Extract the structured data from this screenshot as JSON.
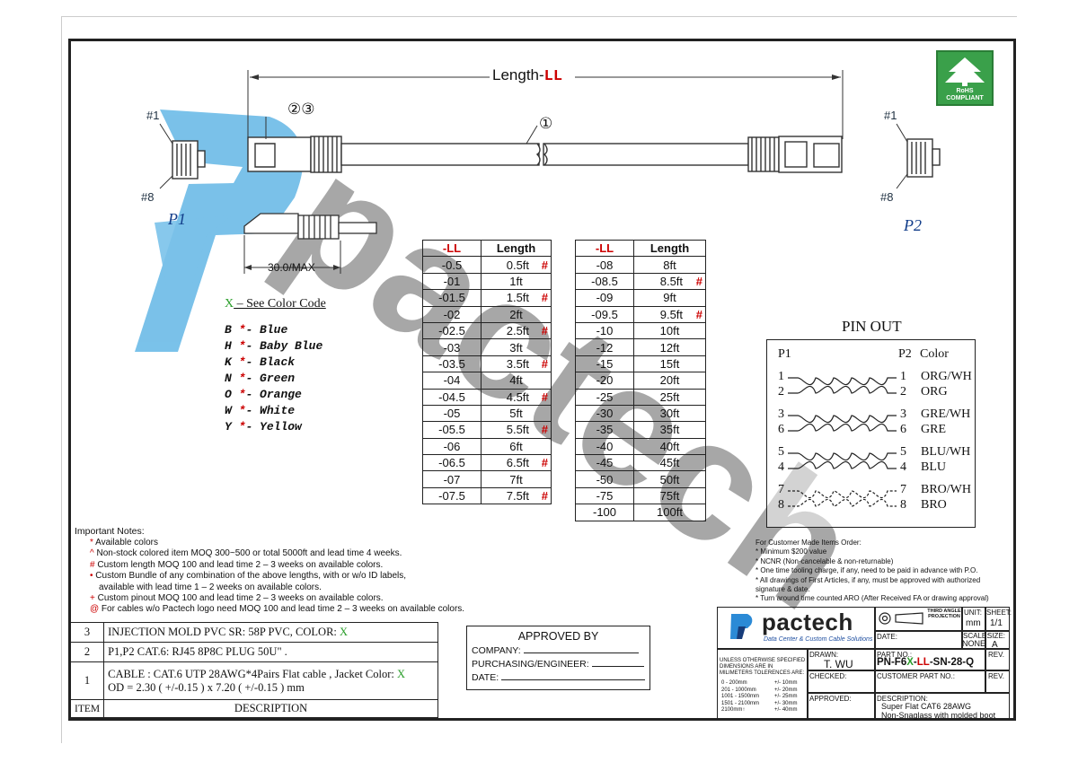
{
  "drawing": {
    "length_label": "Length-",
    "length_suffix": "LL",
    "callout_23": "②③",
    "callout_1": "①",
    "p1": {
      "pin1": "#1",
      "pin8": "#8",
      "label": "P1"
    },
    "p2": {
      "pin1": "#1",
      "pin8": "#8",
      "label": "P2"
    },
    "boot_dim": "30.0/MAX",
    "rohs": {
      "line1": "RoHS",
      "line2": "COMPLIANT"
    }
  },
  "color_code": {
    "x_mark": "X",
    "header": " – See Color Code",
    "items": [
      {
        "code": "B",
        "name": "- Blue"
      },
      {
        "code": "H",
        "name": "- Baby Blue"
      },
      {
        "code": "K",
        "name": "- Black"
      },
      {
        "code": "N",
        "name": "- Green"
      },
      {
        "code": "O",
        "name": "- Orange"
      },
      {
        "code": "W",
        "name": "- White"
      },
      {
        "code": "Y",
        "name": "- Yellow"
      }
    ],
    "star": "*"
  },
  "length_table_1": {
    "headers": [
      "-LL",
      "Length"
    ],
    "rows": [
      [
        "-0.5",
        "0.5ft",
        "#"
      ],
      [
        "-01",
        "1ft",
        ""
      ],
      [
        "-01.5",
        "1.5ft",
        "#"
      ],
      [
        "-02",
        "2ft",
        ""
      ],
      [
        "-02.5",
        "2.5ft",
        "#"
      ],
      [
        "-03",
        "3ft",
        ""
      ],
      [
        "-03.5",
        "3.5ft",
        "#"
      ],
      [
        "-04",
        "4ft",
        ""
      ],
      [
        "-04.5",
        "4.5ft",
        "#"
      ],
      [
        "-05",
        "5ft",
        ""
      ],
      [
        "-05.5",
        "5.5ft",
        "#"
      ],
      [
        "-06",
        "6ft",
        ""
      ],
      [
        "-06.5",
        "6.5ft",
        "#"
      ],
      [
        "-07",
        "7ft",
        ""
      ],
      [
        "-07.5",
        "7.5ft",
        "#"
      ]
    ]
  },
  "length_table_2": {
    "headers": [
      "-LL",
      "Length"
    ],
    "rows": [
      [
        "-08",
        "8ft",
        ""
      ],
      [
        "-08.5",
        "8.5ft",
        "#"
      ],
      [
        "-09",
        "9ft",
        ""
      ],
      [
        "-09.5",
        "9.5ft",
        "#"
      ],
      [
        "-10",
        "10ft",
        ""
      ],
      [
        "-12",
        "12ft",
        ""
      ],
      [
        "-15",
        "15ft",
        ""
      ],
      [
        "-20",
        "20ft",
        ""
      ],
      [
        "-25",
        "25ft",
        ""
      ],
      [
        "-30",
        "30ft",
        ""
      ],
      [
        "-35",
        "35ft",
        ""
      ],
      [
        "-40",
        "40ft",
        ""
      ],
      [
        "-45",
        "45ft",
        ""
      ],
      [
        "-50",
        "50ft",
        ""
      ],
      [
        "-75",
        "75ft",
        ""
      ],
      [
        "-100",
        "100ft",
        ""
      ]
    ]
  },
  "pinout": {
    "title": "PIN OUT",
    "col_p1": "P1",
    "col_p2": "P2",
    "col_color": "Color",
    "pairs": [
      {
        "a": "1",
        "b": "2",
        "a2": "1",
        "b2": "2",
        "ca": "ORG/WH",
        "cb": "ORG"
      },
      {
        "a": "3",
        "b": "6",
        "a2": "3",
        "b2": "6",
        "ca": "GRE/WH",
        "cb": "GRE"
      },
      {
        "a": "5",
        "b": "4",
        "a2": "5",
        "b2": "4",
        "ca": "BLU/WH",
        "cb": "BLU"
      },
      {
        "a": "7",
        "b": "8",
        "a2": "7",
        "b2": "8",
        "ca": "BRO/WH",
        "cb": "BRO"
      }
    ]
  },
  "important_notes": {
    "title": "Important Notes:",
    "lines": [
      {
        "sym": "*",
        "text": " Available colors"
      },
      {
        "sym": "^",
        "text": " Non-stock colored item MOQ 300~500 or total 5000ft and lead time 4 weeks."
      },
      {
        "sym": "#",
        "text": " Custom length MOQ 100 and lead time 2 – 3 weeks on available colors."
      },
      {
        "sym": "•",
        "text": " Custom Bundle of any combination of the above lengths, with or w/o ID labels,"
      },
      {
        "sym": "",
        "text": "available with lead time 1 – 2 weeks on available colors."
      },
      {
        "sym": "+",
        "text": " Custom pinout MOQ 100 and lead time 2 – 3 weeks on available colors."
      },
      {
        "sym": "@",
        "text": " For cables w/o Pactech logo need MOQ 100 and lead time 2 – 3 weeks on available colors."
      }
    ]
  },
  "custom_order": {
    "lines": [
      "For Customer Made Items Order:",
      "* Minimum $200 value",
      "* NCNR (Non-cancelable & non-returnable)",
      "* One time tooling charge, if any, need to be paid in advance with P.O.",
      "* All drawings of First Articles, if any, must be approved with authorized",
      "   signature & date.",
      "* Turn around time counted ARO (After Received FA or drawing approval)"
    ]
  },
  "bom": {
    "rows": [
      {
        "item": "3",
        "desc": "INJECTION MOLD PVC SR: 58P PVC, COLOR: ",
        "x": "X"
      },
      {
        "item": "2",
        "desc": "P1,P2 CAT.6: RJ45 8P8C PLUG 50U\" .",
        "x": ""
      },
      {
        "item": "1",
        "desc": "CABLE : CAT.6 UTP 28AWG*4Pairs Flat cable , Jacket Color: ",
        "x": "X",
        "desc2": "OD = 2.30 ( +/-0.15 ) x 7.20 ( +/-0.15 ) mm"
      }
    ],
    "footer_item": "ITEM",
    "footer_desc": "DESCRIPTION"
  },
  "approval": {
    "title": "APPROVED  BY",
    "company": "COMPANY:",
    "purchasing": "PURCHASING/ENGINEER:",
    "date": "DATE:"
  },
  "title_block": {
    "brand": "pactech",
    "tagline": "Data Center & Custom Cable Solutions",
    "projection": "THIRD ANGLE PROJECTION",
    "unit_label": "UNIT:",
    "unit_value": "mm",
    "sheet_label": "SHEET:",
    "sheet_value": "1/1",
    "date_label": "DATE:",
    "scale_label": "SCALE:",
    "scale_value": "NONE",
    "size_label": "SIZE:",
    "size_value": "A",
    "drawn_label": "DRAWN:",
    "drawn_value": "T. WU",
    "part_label": "PART NO.:",
    "part_a": "PN-F6",
    "part_x": "X",
    "part_b": "-",
    "part_ll": "LL",
    "part_c": "-SN-28-Q",
    "rev_label": "REV.",
    "checked_label": "CHECKED:",
    "customer_part_label": "CUSTOMER PART NO.:",
    "approved_label": "APPROVED:",
    "description_label": "DESCRIPTION:",
    "description_1": "Super Flat CAT6 28AWG",
    "description_2": "Non-Snaglass with molded boot",
    "tolerance_title": "UNLESS OTHERWISE SPECIFIED DIMENSIONS ARE IN MILIMETERS TOLERENCES ARE:",
    "tolerances": [
      [
        "0 - 200mm",
        "+/- 10mm"
      ],
      [
        "201 - 1000mm",
        "+/- 20mm"
      ],
      [
        "1001 - 1500mm",
        "+/- 25mm"
      ],
      [
        "1501 - 2100mm",
        "+/- 30mm"
      ],
      [
        "2100mm↑",
        "+/- 40mm"
      ]
    ]
  }
}
